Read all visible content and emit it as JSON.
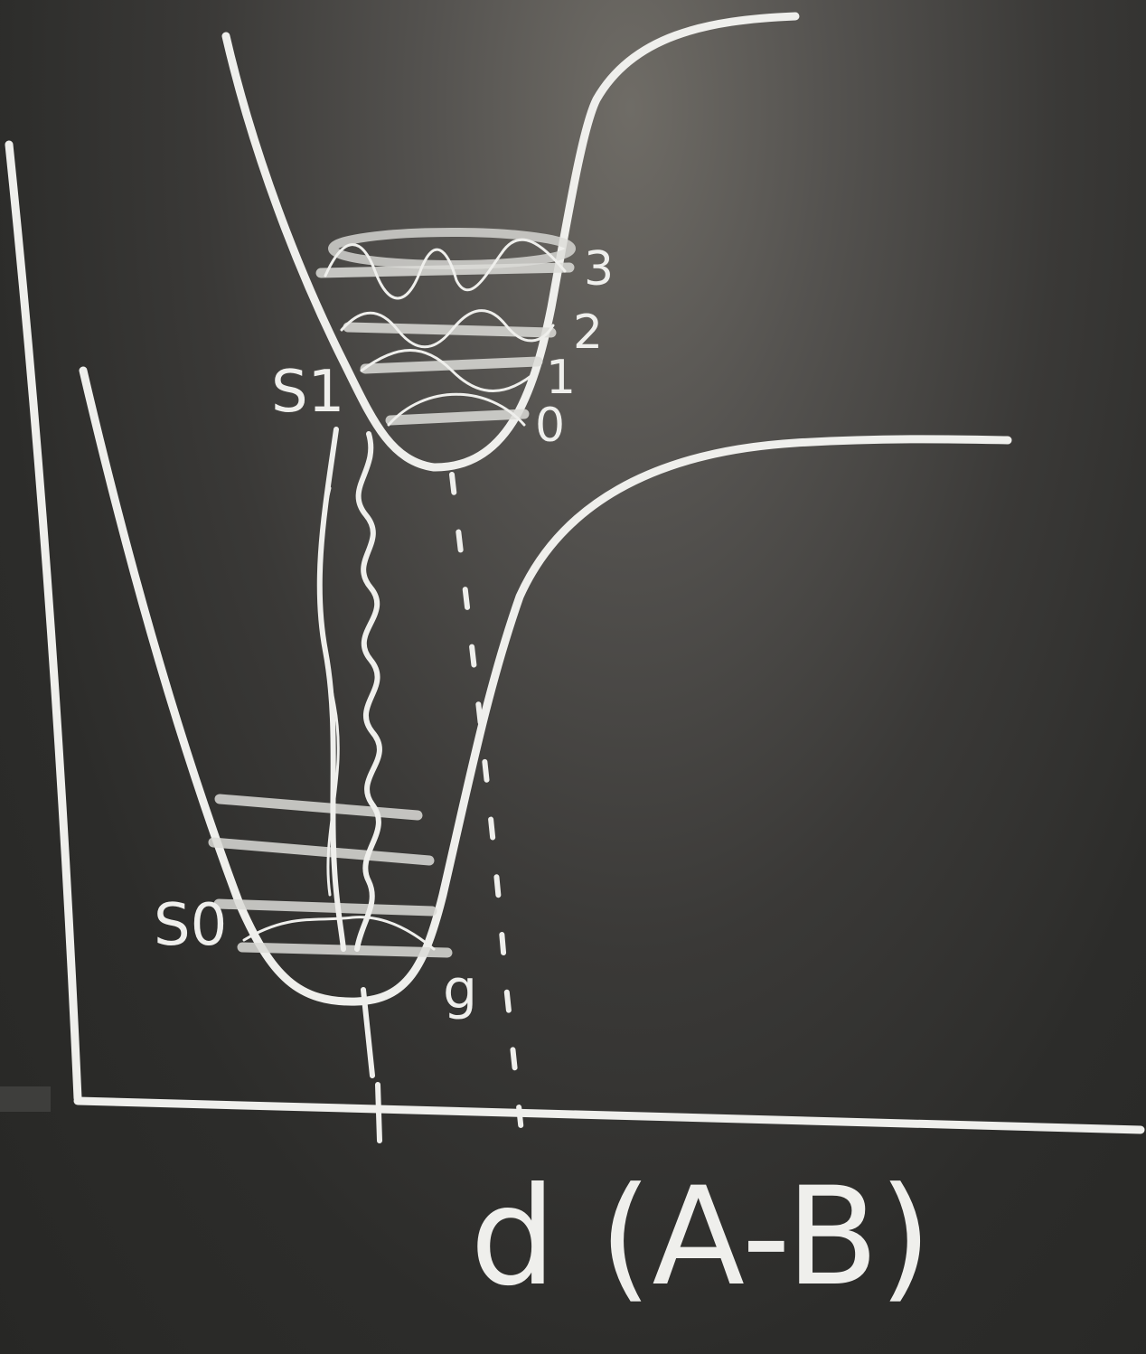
{
  "diagram": {
    "kind": "chalkboard sketch",
    "chalk_color": "#efefec",
    "board_color": "#2b2b29"
  },
  "labels": {
    "excited_state": "S1",
    "ground_state": "S0",
    "level_3": "3",
    "level_2": "2",
    "level_1": "1",
    "level_0": "0",
    "ground_level_mark": "g",
    "x_axis": "d (A-B)"
  }
}
